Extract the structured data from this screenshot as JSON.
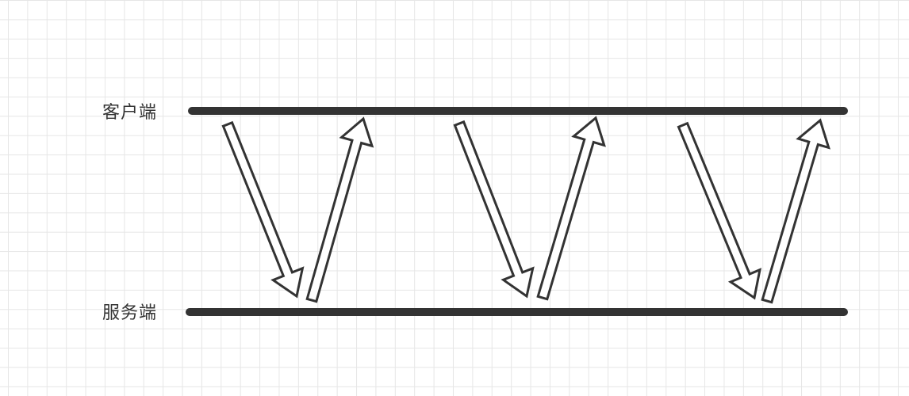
{
  "lanes": {
    "client_label": "客户端",
    "server_label": "服务端"
  },
  "colors": {
    "line": "#333333",
    "arrow_fill": "#ffffff",
    "arrow_stroke": "#333333",
    "grid": "#e6e6e6"
  },
  "exchanges": [
    {
      "request": "client-to-server",
      "response": "server-to-client"
    },
    {
      "request": "client-to-server",
      "response": "server-to-client"
    },
    {
      "request": "client-to-server",
      "response": "server-to-client"
    }
  ]
}
